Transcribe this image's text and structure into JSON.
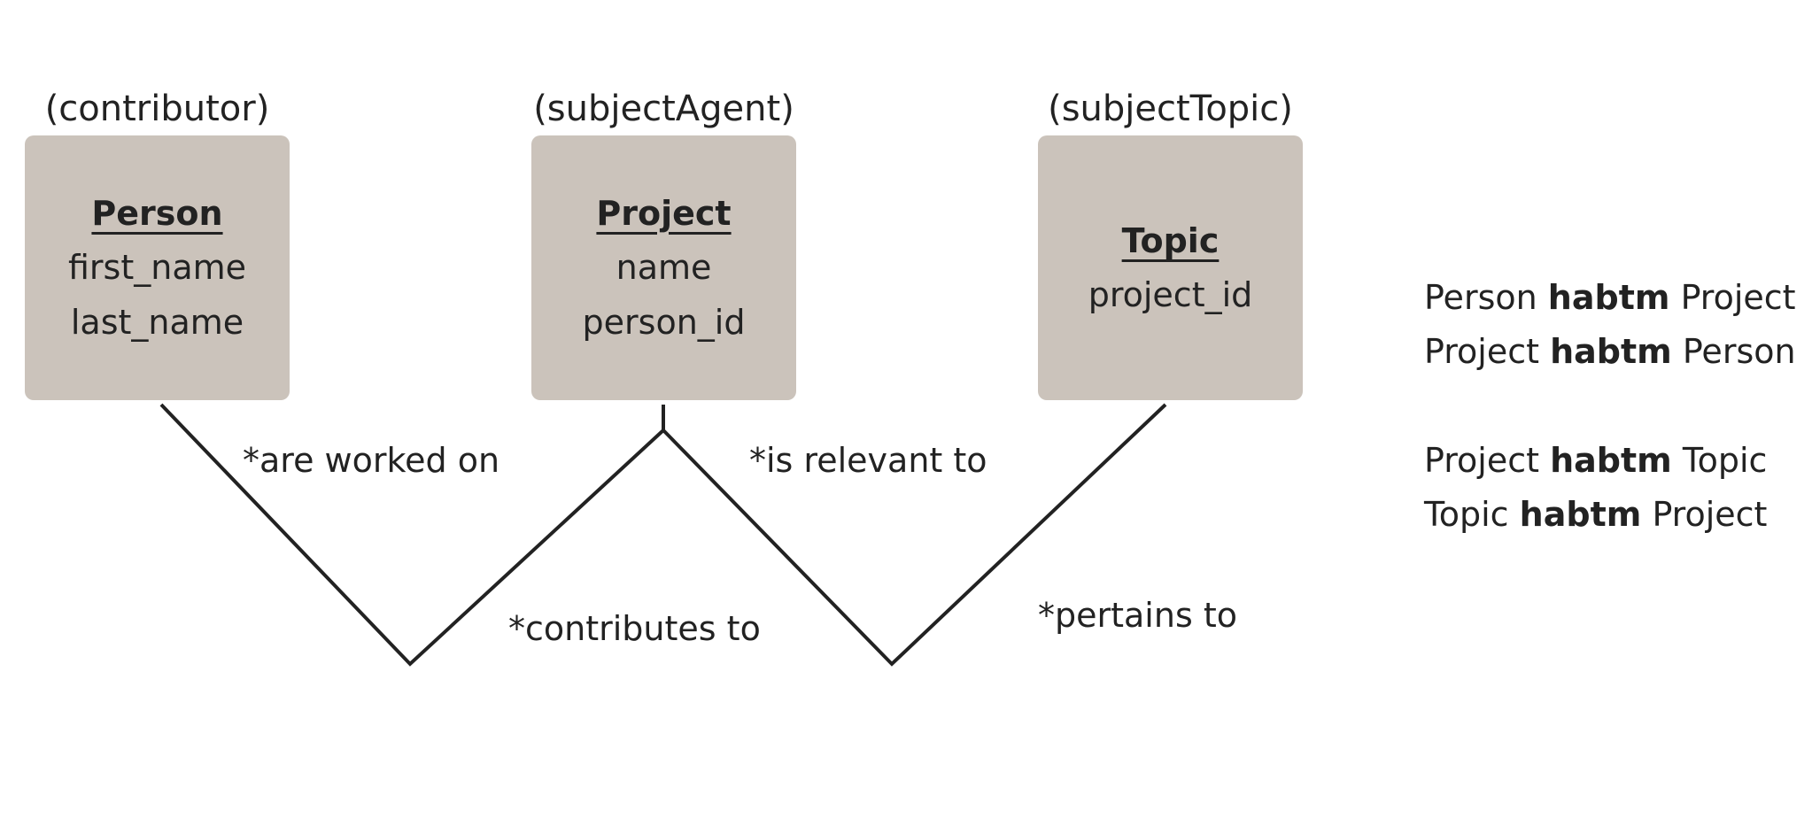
{
  "entities": [
    {
      "role": "(contributor)",
      "title": "Person",
      "fields": [
        "first_name",
        "last_name"
      ]
    },
    {
      "role": "(subjectAgent)",
      "title": "Project",
      "fields": [
        "name",
        "person_id"
      ]
    },
    {
      "role": "(subjectTopic)",
      "title": "Topic",
      "fields": [
        "project_id"
      ]
    }
  ],
  "relationships": {
    "are_worked_on": "*are worked on",
    "contributes_to": "*contributes to",
    "is_relevant_to": "*is relevant to",
    "pertains_to": "*pertains to"
  },
  "habtm_statements": [
    {
      "subject": "Person",
      "keyword": "habtm",
      "object": "Project"
    },
    {
      "subject": "Project",
      "keyword": "habtm",
      "object": "Person"
    },
    {
      "subject": "Project",
      "keyword": "habtm",
      "object": "Topic"
    },
    {
      "subject": "Topic",
      "keyword": "habtm",
      "object": "Project"
    }
  ],
  "colors": {
    "box_fill": "#cbc3bb",
    "line": "#222222",
    "text": "#222222"
  }
}
